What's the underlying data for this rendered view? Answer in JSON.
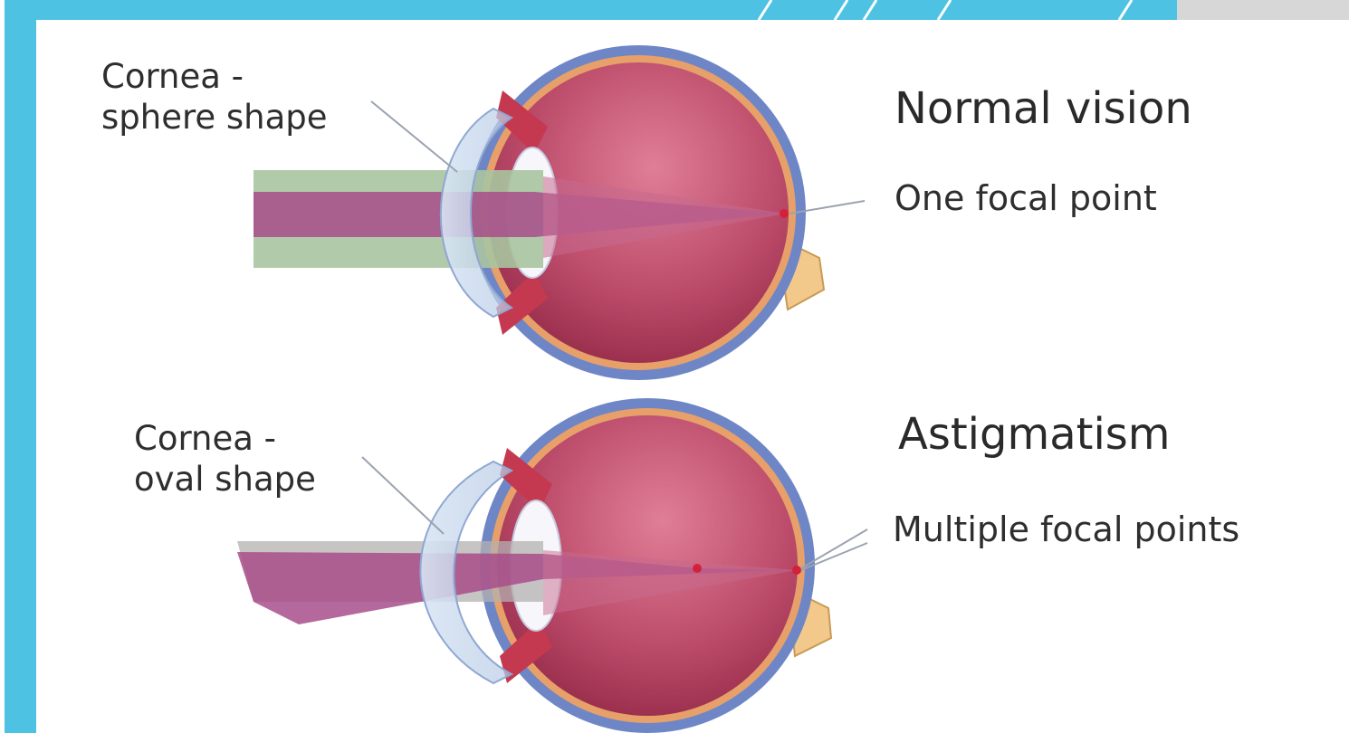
{
  "colors": {
    "slide_accent": "#4ec2e2",
    "eye_tissue": "#b03a5a",
    "sclera_blue": "#6f86c6",
    "choroid_orange": "#e8a06a",
    "optic_nerve": "#f2c98a",
    "light_green": "#a9c4a0",
    "light_magenta": "#a84e8a",
    "focal_point": "#d4203a"
  },
  "diagram": {
    "normal": {
      "cornea_line1": "Cornea -",
      "cornea_line2": "sphere shape",
      "title": "Normal vision",
      "subtitle": "One focal point"
    },
    "astigmatism": {
      "cornea_line1": "Cornea -",
      "cornea_line2": "oval shape",
      "title": "Astigmatism",
      "subtitle": "Multiple focal points"
    }
  }
}
